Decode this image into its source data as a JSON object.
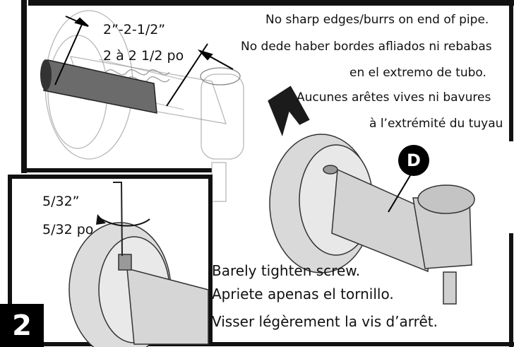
{
  "notes": {
    "en": "No sharp edges/burrs on end of pipe.",
    "es_line1": "No dede haber bordes afliados ni rebabas",
    "es_line2": "en el extremo de tubo.",
    "fr_line1": "Aucunes arêtes vives ni bavures",
    "fr_line2": "à l’extrémité du tuyau"
  },
  "dimension": {
    "imperial": "2”-2-1/2”",
    "metric_fr": "2 à 2 1/2 po"
  },
  "hex_key": {
    "imperial": "5/32”",
    "metric_fr": "5/32 po"
  },
  "instructions": {
    "en": "Barely tighten screw.",
    "es": "Apriete apenas el tornillo.",
    "fr": "Visser légèrement la vis d’arrêt."
  },
  "step_number": "2",
  "callout_label": "D"
}
